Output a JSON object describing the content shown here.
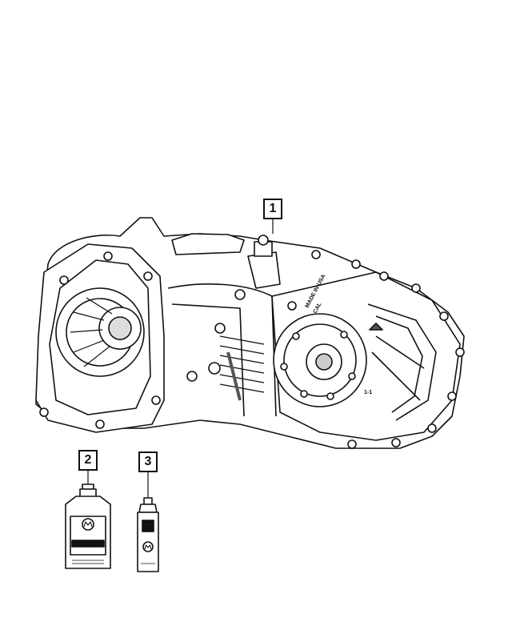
{
  "diagram": {
    "callouts": [
      {
        "id": "1",
        "label": "1"
      },
      {
        "id": "2",
        "label": "2"
      },
      {
        "id": "3",
        "label": "3"
      }
    ],
    "part_markings": {
      "case_stamp_line1": "MADE IN USA",
      "case_stamp_line2": "CAL",
      "case_code": "1-1"
    },
    "bottle": {
      "brand_logo": "mopar-logo",
      "fine_print": "..."
    },
    "tube": {
      "brand_logo": "mopar-logo"
    },
    "colors": {
      "line": "#111111",
      "background": "#ffffff",
      "shade": "#555555"
    }
  }
}
